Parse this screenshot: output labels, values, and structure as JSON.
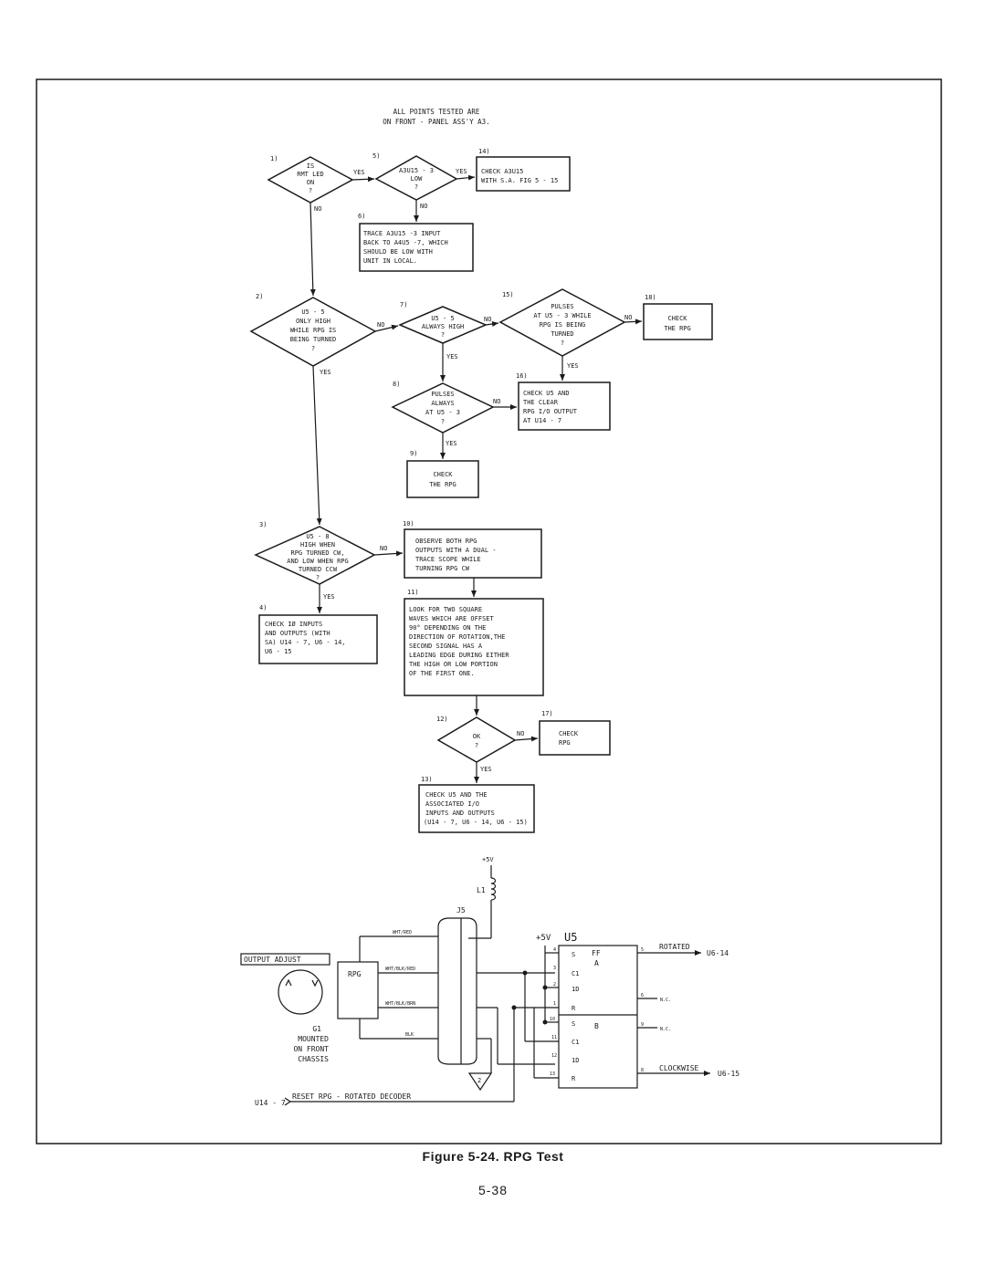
{
  "header_note": [
    "ALL POINTS TESTED ARE",
    "ON FRONT - PANEL ASS'Y A3."
  ],
  "steps": {
    "s1": {
      "num": "1)",
      "lines": [
        "IS",
        "RMT LED",
        "ON",
        "?"
      ]
    },
    "s2": {
      "num": "2)",
      "lines": [
        "U5 - 5",
        "ONLY HIGH",
        "WHILE RPG IS",
        "BEING TURNED",
        "?"
      ]
    },
    "s3": {
      "num": "3)",
      "lines": [
        "U5 - 8",
        "HIGH WHEN",
        "RPG TURNED CW,",
        "AND LOW WHEN RPG",
        "TURNED CCW",
        "?"
      ]
    },
    "s4": {
      "num": "4)",
      "lines": [
        "CHECK IØ INPUTS",
        "AND OUTPUTS (WITH",
        "SA) U14 - 7, U6 - 14,",
        "U6 - 15"
      ]
    },
    "s5": {
      "num": "5)",
      "lines": [
        "A3U15 - 3",
        "LOW",
        "?"
      ]
    },
    "s6": {
      "num": "6)",
      "lines": [
        "TRACE A3U15 -3 INPUT",
        "BACK TO A4U5 -7, WHICH",
        "SHOULD BE LOW WITH",
        "UNIT IN LOCAL."
      ]
    },
    "s7": {
      "num": "7)",
      "lines": [
        "U5 - 5",
        "ALWAYS HIGH",
        "?"
      ]
    },
    "s8": {
      "num": "8)",
      "lines": [
        "PULSES",
        "ALWAYS",
        "AT U5 - 3",
        "?"
      ]
    },
    "s9": {
      "num": "9)",
      "lines": [
        "CHECK",
        "THE RPG"
      ]
    },
    "s10": {
      "num": "10)",
      "lines": [
        "OBSERVE BOTH RPG",
        "OUTPUTS WITH A DUAL -",
        "TRACE SCOPE WHILE",
        "TURNING RPG CW"
      ]
    },
    "s11": {
      "num": "11)",
      "lines": [
        "LOOK FOR TWO SQUARE",
        "WAVES WHICH ARE OFFSET",
        "90° DEPENDING ON THE",
        "DIRECTION OF ROTATION,THE",
        "SECOND SIGNAL HAS A",
        "LEADING EDGE DURING EITHER",
        "THE HIGH OR LOW PORTION",
        "OF THE FIRST ONE."
      ]
    },
    "s12": {
      "num": "12)",
      "lines": [
        "OK",
        "?"
      ]
    },
    "s13": {
      "num": "13)",
      "lines": [
        "CHECK U5 AND THE",
        "ASSOCIATED I/O",
        "INPUTS AND OUTPUTS",
        "(U14 - 7, U6 - 14, U6 - 15)"
      ]
    },
    "s14": {
      "num": "14)",
      "lines": [
        "CHECK A3U15",
        "WITH S.A. FIG 5 - 15"
      ]
    },
    "s15": {
      "num": "15)",
      "lines": [
        "PULSES",
        "AT U5 - 3 WHILE",
        "RPG IS BEING",
        "TURNED",
        "?"
      ]
    },
    "s16": {
      "num": "16)",
      "lines": [
        "CHECK U5 AND",
        "THE CLEAR",
        "RPG I/O OUTPUT",
        "AT U14 - 7"
      ]
    },
    "s17": {
      "num": "17)",
      "lines": [
        "CHECK",
        "RPG"
      ]
    },
    "s18": {
      "num": "18)",
      "lines": [
        "CHECK",
        "THE RPG"
      ]
    }
  },
  "branch_labels": {
    "yes": "YES",
    "no": "NO"
  },
  "schematic": {
    "supply_top": "+5V",
    "inductor": "L1",
    "connector": "J5",
    "supply_u5": "+5V",
    "chip": "U5",
    "ff_a": [
      "FF",
      "A"
    ],
    "ff_b": "B",
    "rpg": "RPG",
    "output_adjust": "OUTPUT ADJUST",
    "g1": [
      "G1",
      "MOUNTED",
      "ON FRONT",
      "CHASSIS"
    ],
    "wires": [
      "WHT/RED",
      "WHT/BLK/RED",
      "WHT/BLK/BRN",
      "BLK"
    ],
    "pins_left": [
      "4",
      "3",
      "2",
      "1",
      "10",
      "11",
      "12",
      "13"
    ],
    "pins_right": [
      "5",
      "6",
      "9",
      "8"
    ],
    "inputs_a": [
      "S",
      "C1",
      "1D",
      "R"
    ],
    "inputs_b": [
      "S",
      "C1",
      "1D",
      "R"
    ],
    "ground_num": "2",
    "rotated": "ROTATED",
    "u6_14": "U6-14",
    "nc": "N.C.",
    "clockwise": "CLOCKWISE",
    "u6_15": "U6-15",
    "reset": "RESET RPG - ROTATED DECODER",
    "u14_7": "U14 - 7"
  },
  "caption": "Figure 5-24.   RPG Test",
  "page_number": "5-38"
}
